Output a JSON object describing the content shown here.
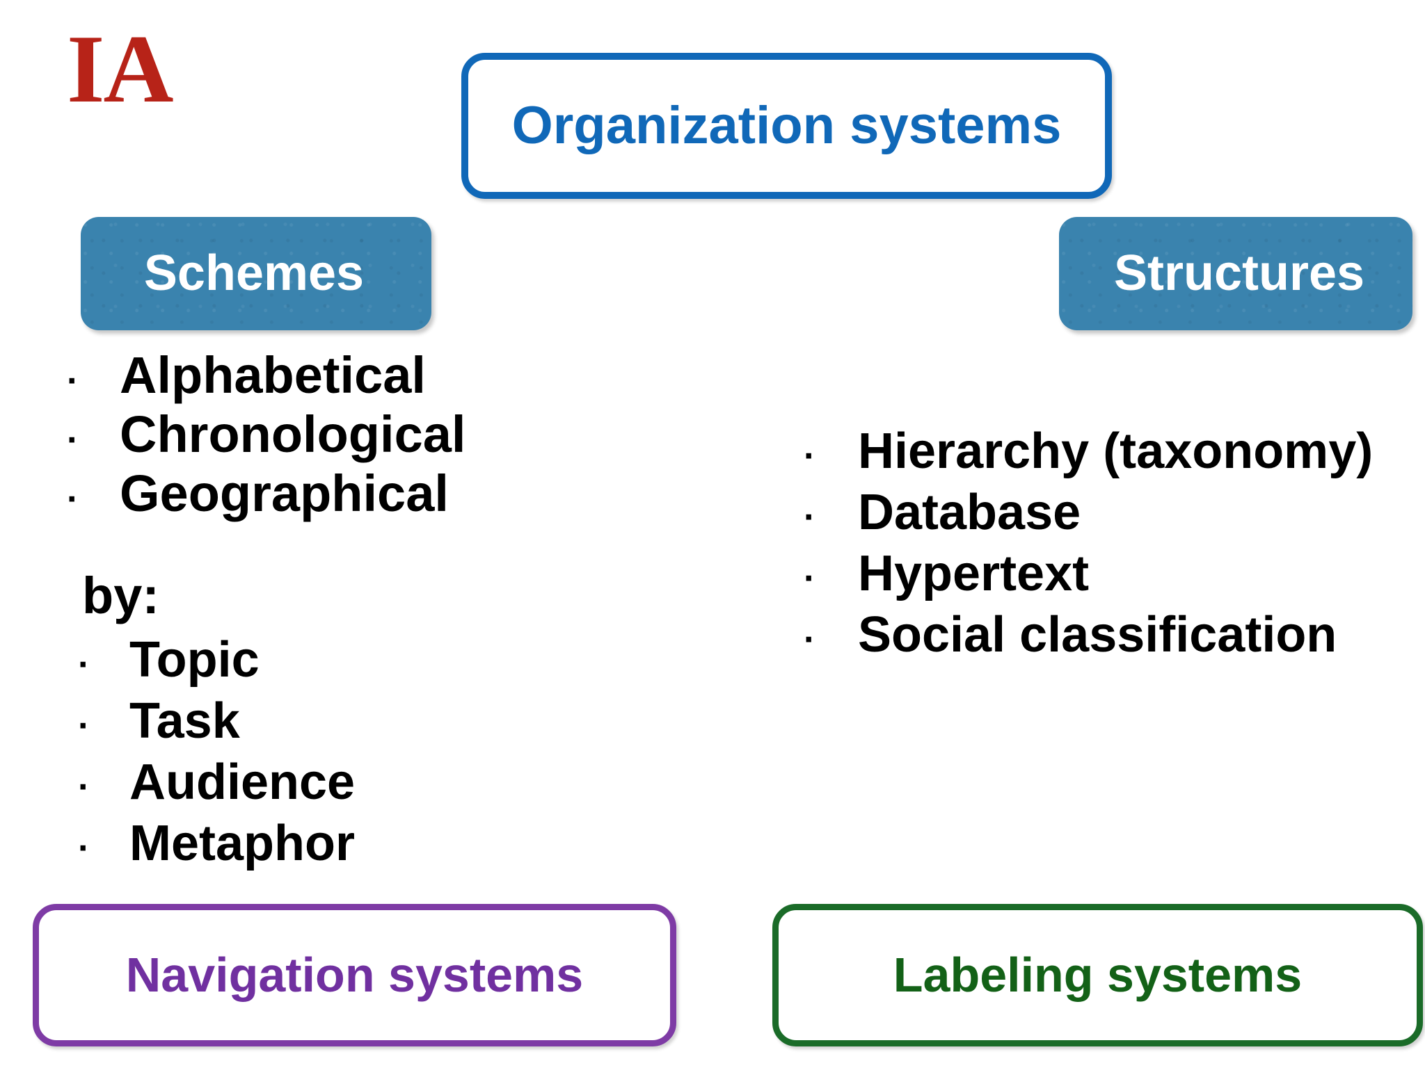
{
  "slide": {
    "logo_text": "IA",
    "background_color": "#ffffff"
  },
  "colors": {
    "logo_red": "#B72318",
    "organization_blue": "#1068B8",
    "pill_steel_blue": "#3A83AE",
    "navigation_purple": "#7030A0",
    "labeling_green": "#136117",
    "body_text": "#000000"
  },
  "organization": {
    "title": "Organization systems"
  },
  "schemes": {
    "header": "Schemes",
    "items": [
      "Alphabetical",
      "Chronological",
      "Geographical"
    ],
    "by_heading": "by:",
    "by_items": [
      "Topic",
      "Task",
      "Audience",
      "Metaphor"
    ]
  },
  "structures": {
    "header": "Structures",
    "items": [
      "Hierarchy (taxonomy)",
      "Database",
      "Hypertext",
      "Social classification"
    ]
  },
  "navigation": {
    "title": "Navigation systems"
  },
  "labeling": {
    "title": "Labeling systems"
  },
  "icons": {
    "bullet": "·"
  }
}
